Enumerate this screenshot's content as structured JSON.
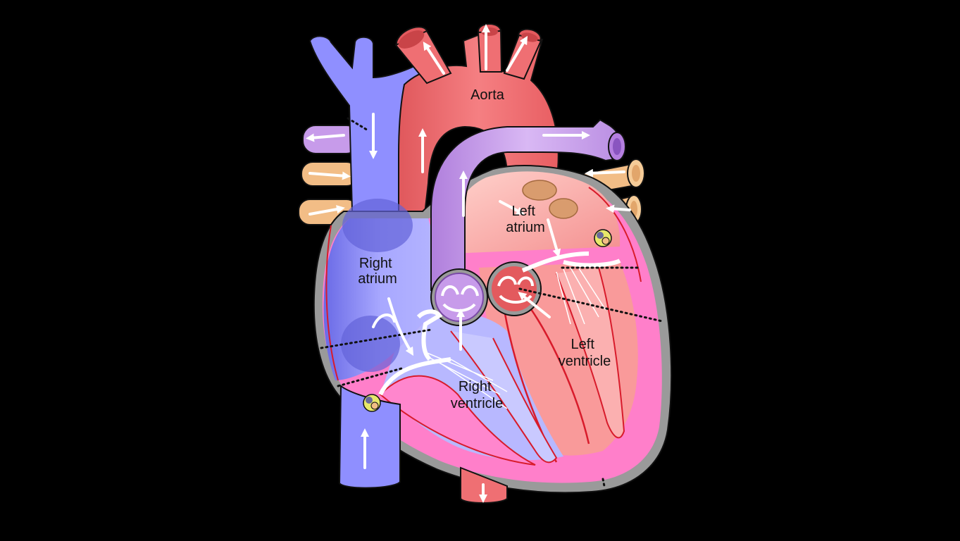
{
  "diagram": {
    "background": "#000000",
    "labels": {
      "aorta": "Aorta",
      "left_atrium": [
        "Left",
        "atrium"
      ],
      "right_atrium": [
        "Right",
        "atrium"
      ],
      "left_ventricle": [
        "Left",
        "ventricle"
      ],
      "right_ventricle": [
        "Right",
        "ventricle"
      ]
    },
    "colors": {
      "vena_cava": "#8f8fff",
      "aorta": "#ef6f73",
      "pulmonary_artery": "#c79bea",
      "pulmonary_vein": "#f6c590",
      "left_heart": "#f8a0a0",
      "ventricle_wall": "#ff7fca",
      "pericardium": "#9a9a9a"
    }
  }
}
